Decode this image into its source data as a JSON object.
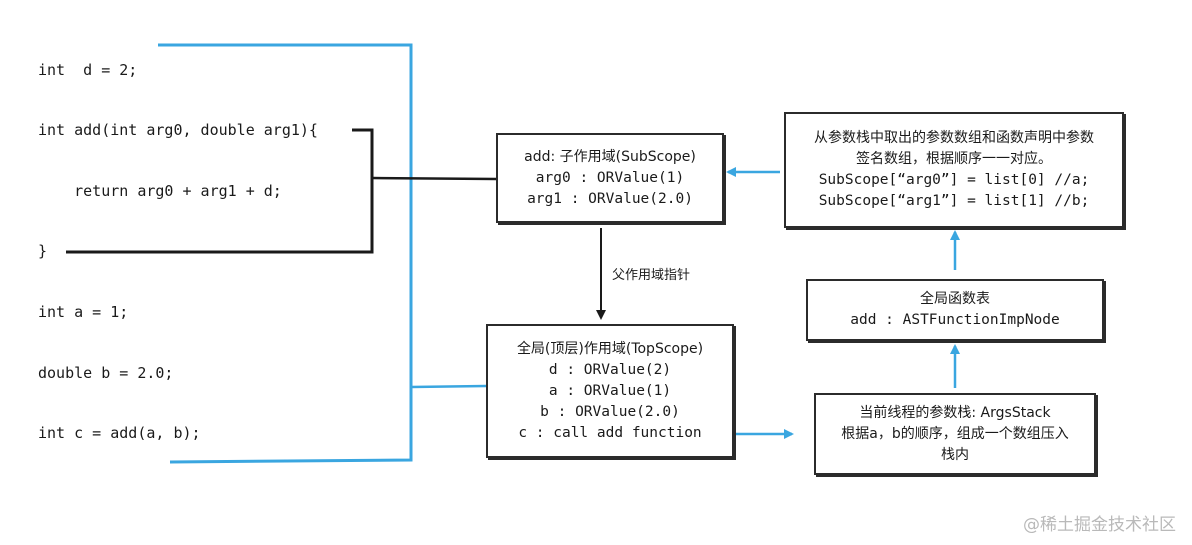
{
  "code_lines": [
    "int  d = 2;",
    "int add(int arg0, double arg1){",
    "    return arg0 + arg1 + d;",
    "}",
    "int a = 1;",
    "double b = 2.0;",
    "int c = add(a, b);"
  ],
  "sub_scope": {
    "lines": [
      "add: 子作用域(SubScope)",
      "arg0 : ORValue(1)",
      "arg1 : ORValue(2.0)"
    ]
  },
  "top_scope": {
    "lines": [
      "全局(顶层)作用域(TopScope)",
      "d : ORValue(2)",
      "a : ORValue(1)",
      "b : ORValue(2.0)",
      "c : call add function"
    ]
  },
  "args_mapping": {
    "lines": [
      "从参数栈中取出的参数数组和函数声明中参数",
      "签名数组，根据顺序一一对应。",
      "SubScope[“arg0”] = list[0] //a;",
      "SubScope[“arg1”] = list[1] //b;"
    ]
  },
  "global_func_table": {
    "lines": [
      "全局函数表",
      "add : ASTFunctionImpNode"
    ]
  },
  "args_stack": {
    "lines": [
      "当前线程的参数栈: ArgsStack",
      "根据a，b的顺序，组成一个数组压入",
      "栈内"
    ]
  },
  "parent_pointer_label": "父作用域指针",
  "watermark": "@稀土掘金技术社区",
  "colors": {
    "bracket_blue": "#3aa6e0",
    "arrow_blue": "#3aa6e0",
    "ink": "#1a1a1a"
  }
}
